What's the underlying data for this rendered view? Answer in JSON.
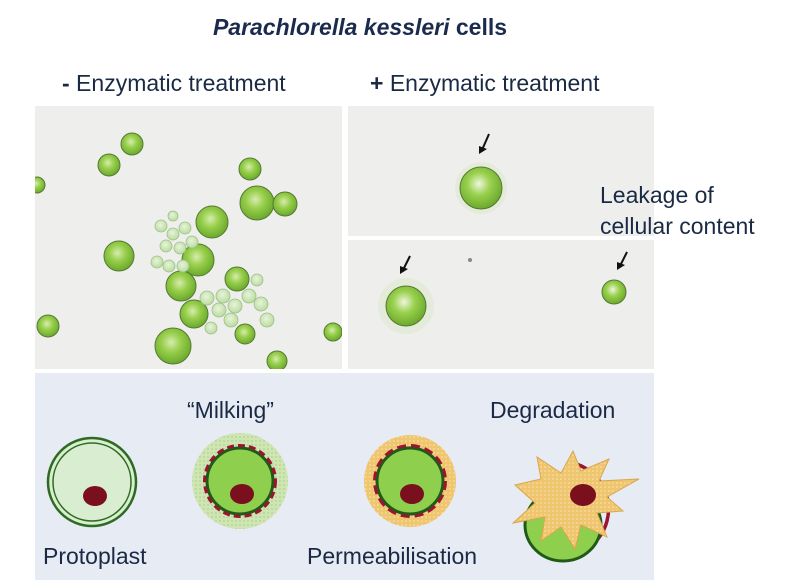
{
  "figure": {
    "title_italic": "Parachlorella kessleri",
    "title_rest": " cells",
    "minus_sign": "-",
    "minus_label": " Enzymatic treatment",
    "plus_sign": "+",
    "plus_label": " Enzymatic treatment",
    "leakage_line1": "Leakage of",
    "leakage_line2": "cellular content"
  },
  "diagram": {
    "protoplast": "Protoplast",
    "milking": "“Milking”",
    "permeabilisation": "Permeabilisation",
    "degradation": "Degradation"
  },
  "colors": {
    "cell_green": "#7cc242",
    "membrane_dark_green": "#2e6b22",
    "nucleus": "#7a0f1e",
    "degradation_debris": "#e8c06a",
    "panel_bg": "#e6ebf4"
  }
}
